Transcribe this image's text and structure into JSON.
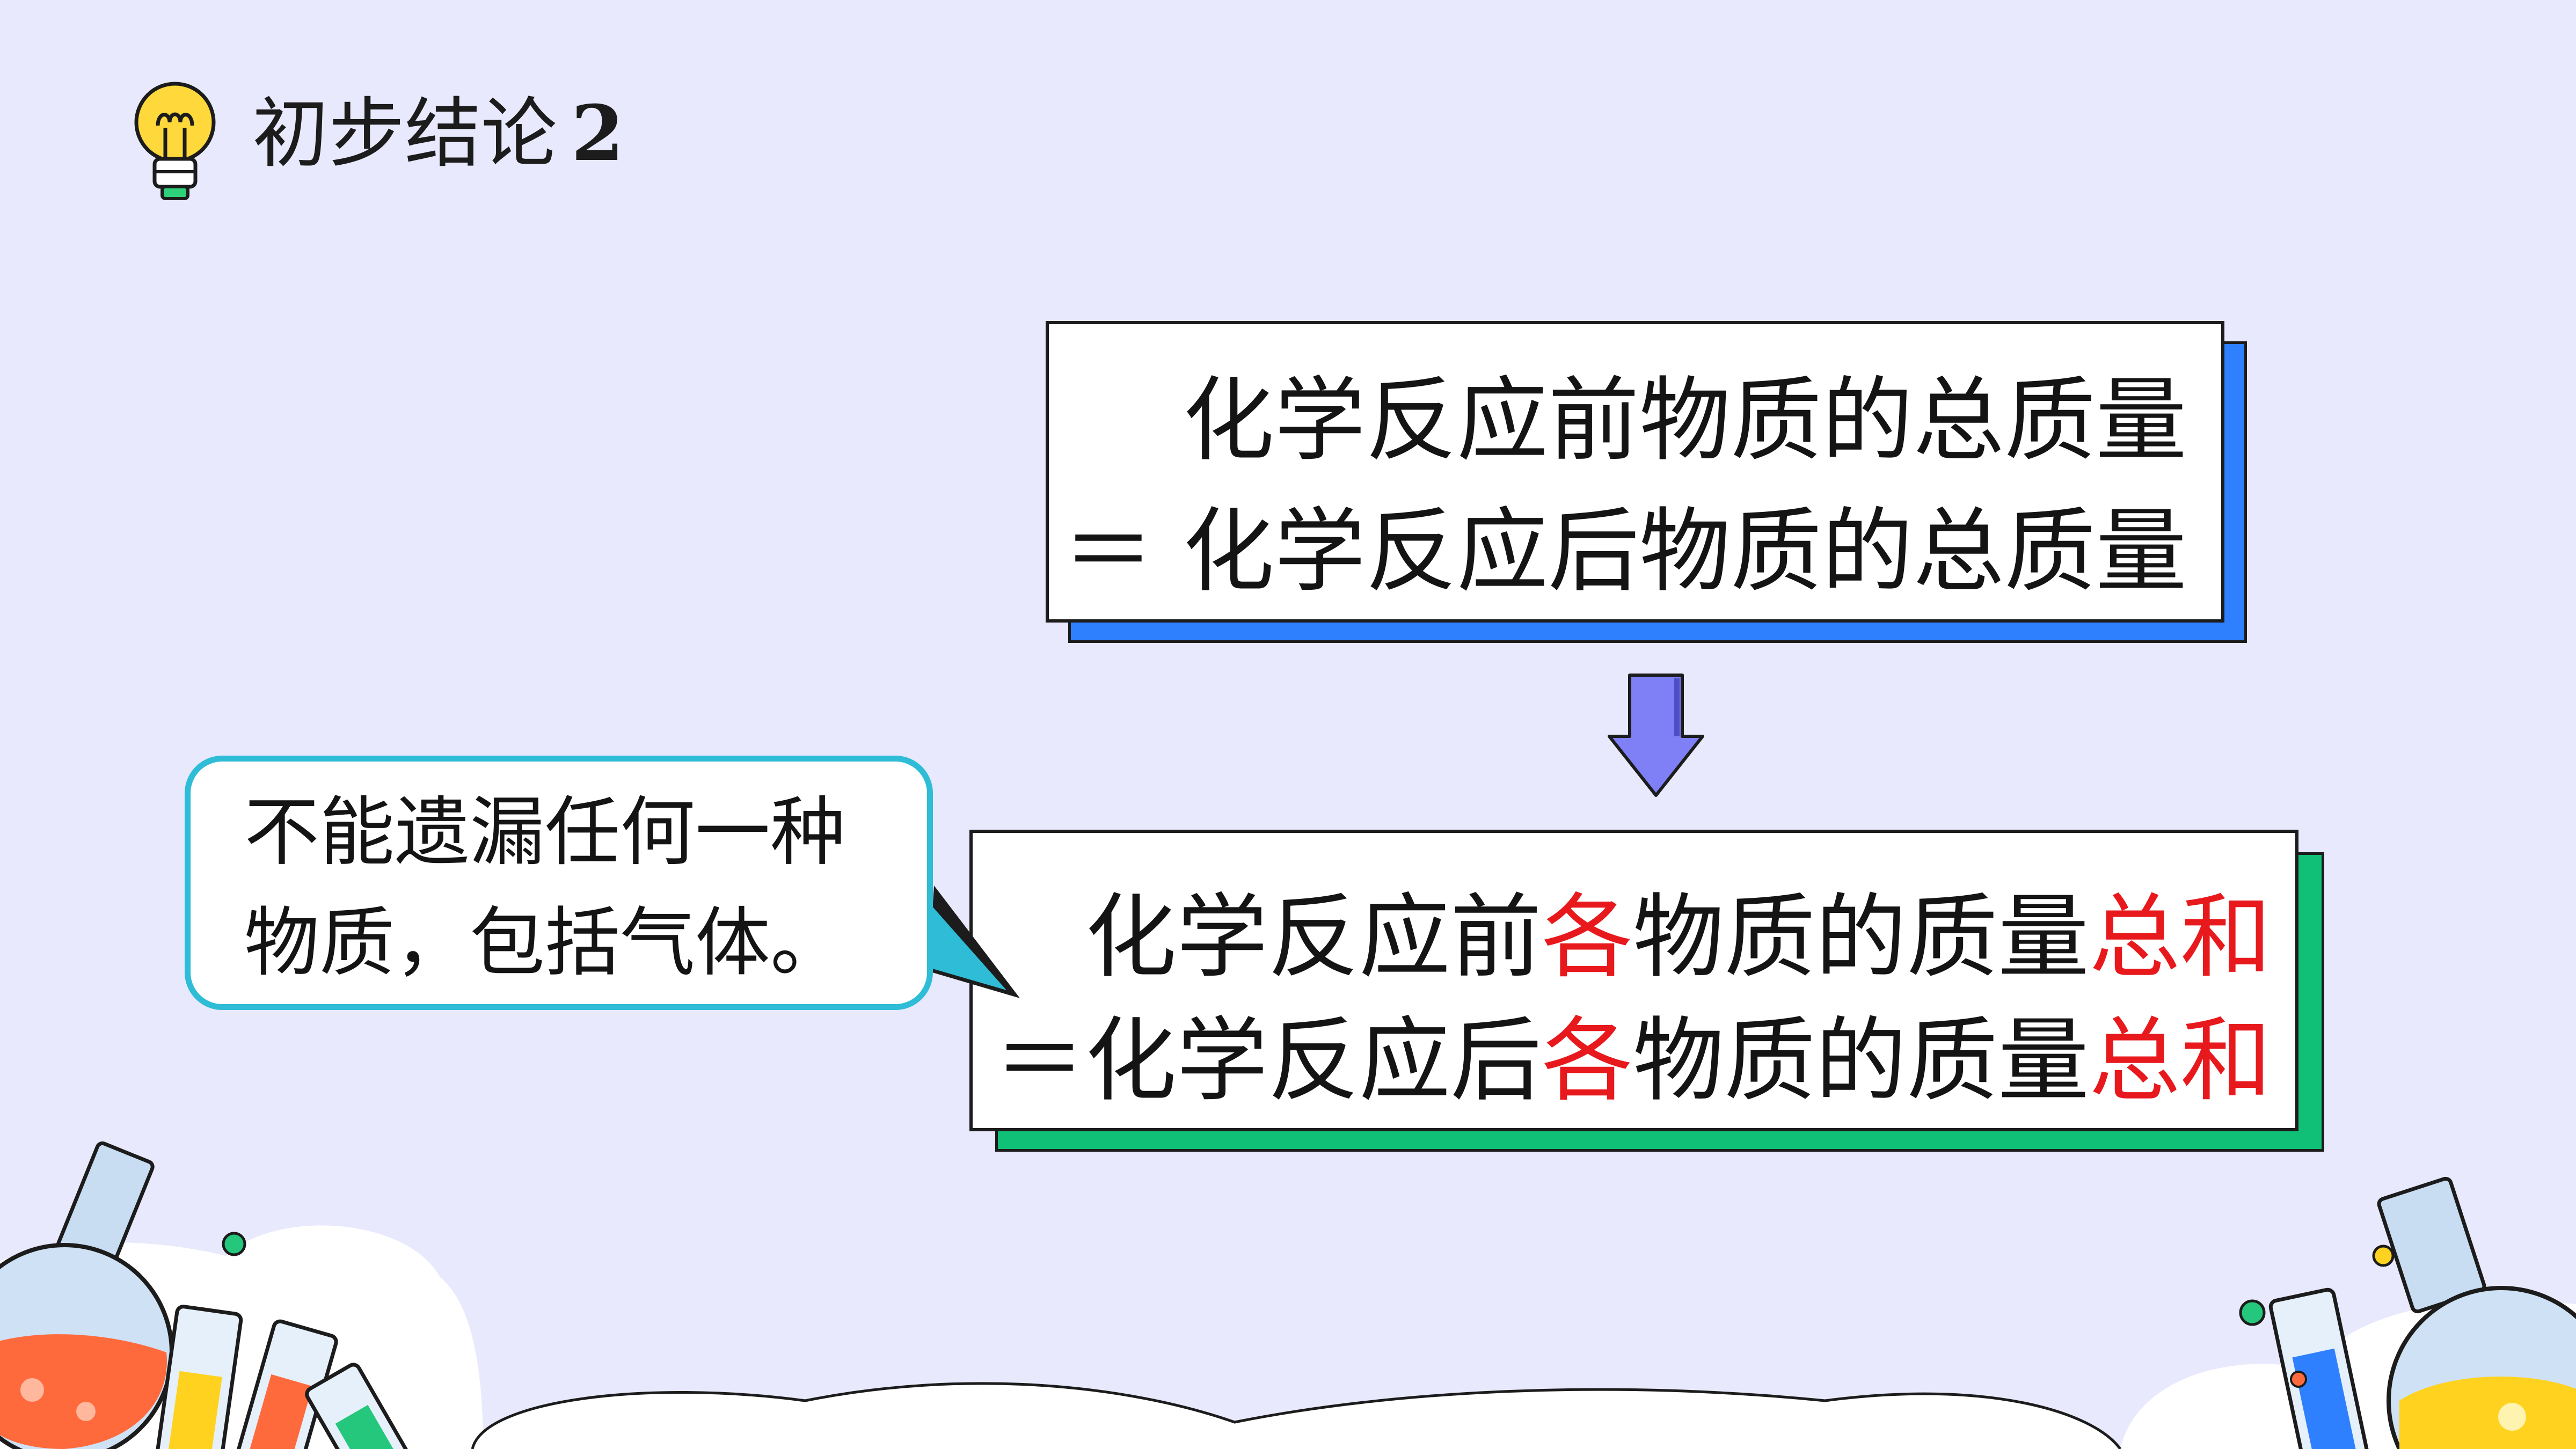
{
  "header": {
    "title": "初步结论",
    "number": "2",
    "icon": "lightbulb-icon"
  },
  "box_total": {
    "line1": "化学反应前物质的总质量",
    "line2": "＝ 化学反应后物质的总质量",
    "shadow_color": "#2f80ff"
  },
  "arrow": {
    "icon": "down-arrow-icon",
    "color": "#7f80f5"
  },
  "box_sum": {
    "line1_a": "化学反应前",
    "line1_b": "各",
    "line1_c": "物质的质量",
    "line1_d": "总和",
    "line2_a": "＝化学反应后",
    "line2_b": "各",
    "line2_c": "物质的质量",
    "line2_d": "总和",
    "highlight_color": "#e8191d",
    "shadow_color": "#10c077"
  },
  "bubble": {
    "line1": "不能遗漏任何一种",
    "line2": "物质，包括气体。",
    "border_color": "#2fbcd6"
  },
  "decorations": [
    "flask-icon",
    "test-tube-icon",
    "cloud-icon"
  ]
}
